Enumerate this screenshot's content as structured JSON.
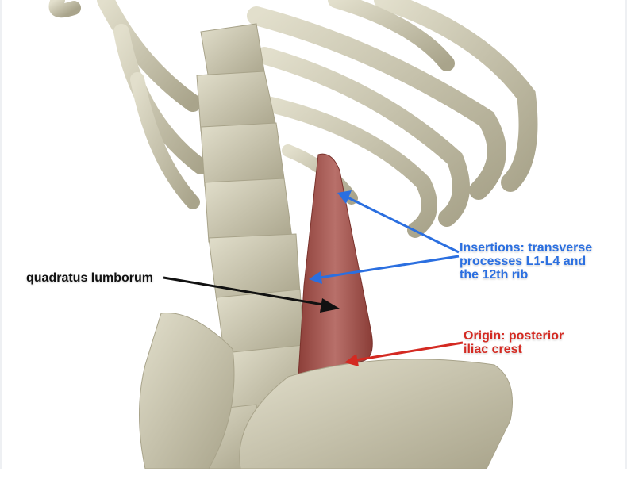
{
  "labels": {
    "muscle": "quadratus lumborum",
    "insertions": [
      "Insertions: transverse",
      "processes L1-L4 and",
      "the 12th rib"
    ],
    "origin": [
      "Origin: posterior",
      "iliac crest"
    ]
  },
  "colors": {
    "insertion_arrow": "#2b6fe0",
    "origin_arrow": "#d42a22",
    "muscle_arrow": "#111111",
    "bone": "#cfcab4",
    "muscle": "#a3564f"
  }
}
